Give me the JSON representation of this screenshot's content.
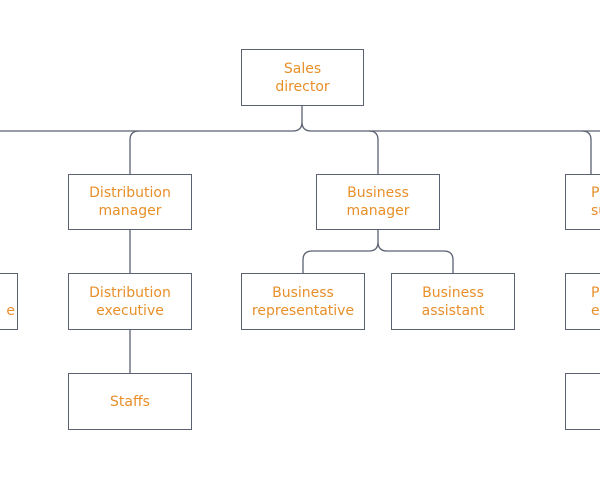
{
  "diagram": {
    "colors": {
      "box_border": "#5a6170",
      "text": "#e88f2a",
      "connector": "#5a6170"
    },
    "nodes": [
      {
        "id": "sales-director",
        "label": "Sales\ndirector"
      },
      {
        "id": "distribution-manager",
        "label": "Distribution\nmanager"
      },
      {
        "id": "business-manager",
        "label": "Business\nmanager"
      },
      {
        "id": "distribution-executive",
        "label": "Distribution\nexecutive"
      },
      {
        "id": "business-representative",
        "label": "Business\nrepresentative"
      },
      {
        "id": "business-assistant",
        "label": "Business\nassistant"
      },
      {
        "id": "staffs",
        "label": "Staffs"
      },
      {
        "id": "right-manager-partial",
        "label": "P\nsu"
      },
      {
        "id": "right-executive-partial",
        "label": "P\ne"
      },
      {
        "id": "left-partial",
        "label": "\ne"
      },
      {
        "id": "right-staffs-partial",
        "label": ""
      }
    ]
  }
}
